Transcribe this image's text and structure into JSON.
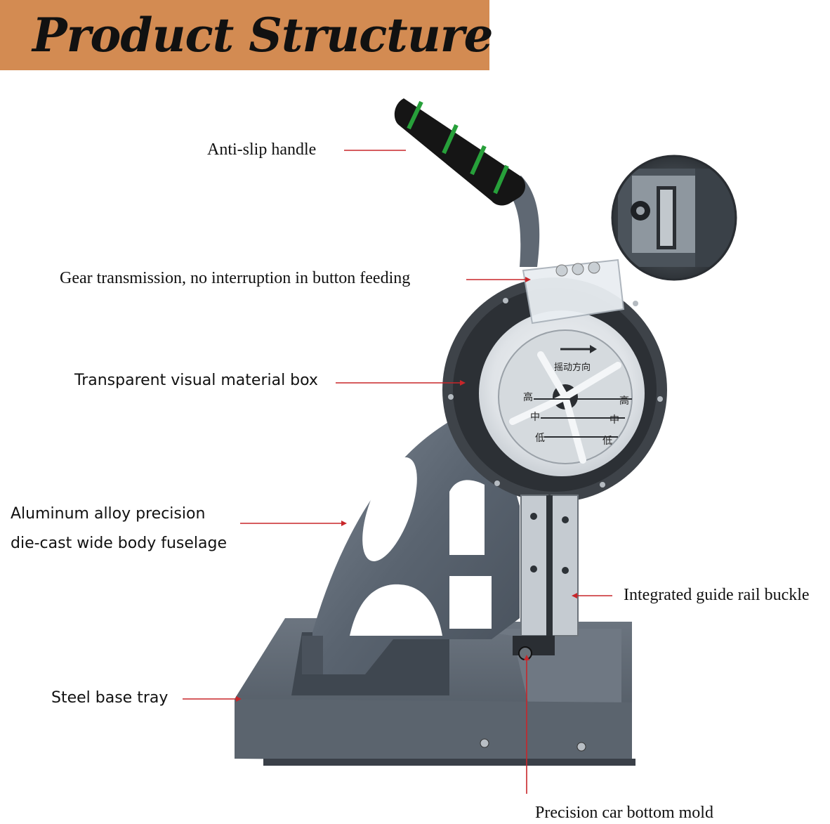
{
  "banner": {
    "title": "Product Structure",
    "color": "#d38b52"
  },
  "leader_color": "#c8262a",
  "labels": {
    "anti_slip_handle": "Anti-slip handle",
    "gear_transmission": "Gear transmission, no interruption in button feeding",
    "transparent_box": "Transparent visual material box",
    "aluminum_body_line1": "Aluminum alloy precision",
    "aluminum_body_line2": "die-cast wide body fuselage",
    "guide_rail": "Integrated guide rail buckle",
    "steel_base": "Steel base tray",
    "bottom_mold": "Precision car bottom mold"
  },
  "dial_marks": {
    "direction": "摇动方向",
    "high": "高",
    "mid": "中",
    "low": "低"
  }
}
